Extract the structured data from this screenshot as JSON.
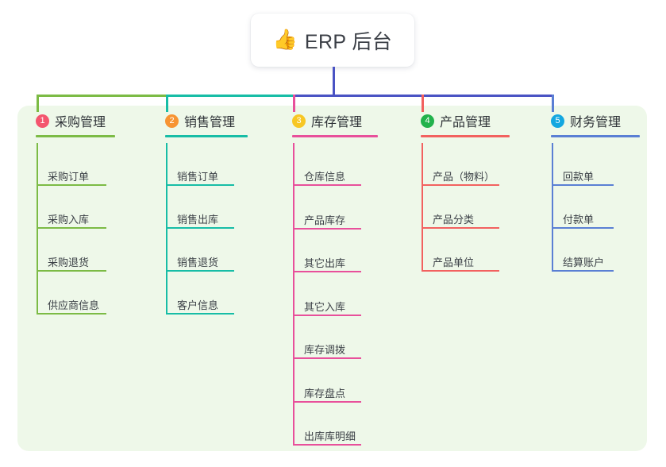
{
  "diagram": {
    "type": "mind-map",
    "root": {
      "icon": "thumbs-up-icon",
      "emoji": "👍",
      "title": "ERP 后台"
    },
    "panel_color": "#eef8e9",
    "branches": [
      {
        "number": "1",
        "title": "采购管理",
        "badge_color": "#f4556e",
        "line_color": "#7cbb45",
        "items": [
          {
            "label": "采购订单"
          },
          {
            "label": "采购入库"
          },
          {
            "label": "采购退货"
          },
          {
            "label": "供应商信息"
          }
        ]
      },
      {
        "number": "2",
        "title": "销售管理",
        "badge_color": "#f79433",
        "line_color": "#17bda6",
        "items": [
          {
            "label": "销售订单"
          },
          {
            "label": "销售出库"
          },
          {
            "label": "销售退货"
          },
          {
            "label": "客户信息"
          }
        ]
      },
      {
        "number": "3",
        "title": "库存管理",
        "badge_color": "#f7c724",
        "line_color": "#e8509b",
        "items": [
          {
            "label": "仓库信息"
          },
          {
            "label": "产品库存"
          },
          {
            "label": "其它出库"
          },
          {
            "label": "其它入库"
          },
          {
            "label": "库存调拨"
          },
          {
            "label": "库存盘点"
          },
          {
            "label": "出库库明细"
          }
        ]
      },
      {
        "number": "4",
        "title": "产品管理",
        "badge_color": "#22b24c",
        "line_color": "#f2615f",
        "items": [
          {
            "label": "产品（物料）"
          },
          {
            "label": "产品分类"
          },
          {
            "label": "产品单位"
          }
        ]
      },
      {
        "number": "5",
        "title": "财务管理",
        "badge_color": "#14a7e0",
        "line_color": "#5a7fd4",
        "items": [
          {
            "label": "回款单"
          },
          {
            "label": "付款单"
          },
          {
            "label": "结算账户"
          }
        ]
      }
    ],
    "bus": {
      "stem_color": "#4a53c4",
      "segments": [
        {
          "color": "#7cbb45"
        },
        {
          "color": "#17bda6"
        },
        {
          "color": "#4a53c4"
        },
        {
          "color": "#4a53c4"
        }
      ]
    }
  }
}
